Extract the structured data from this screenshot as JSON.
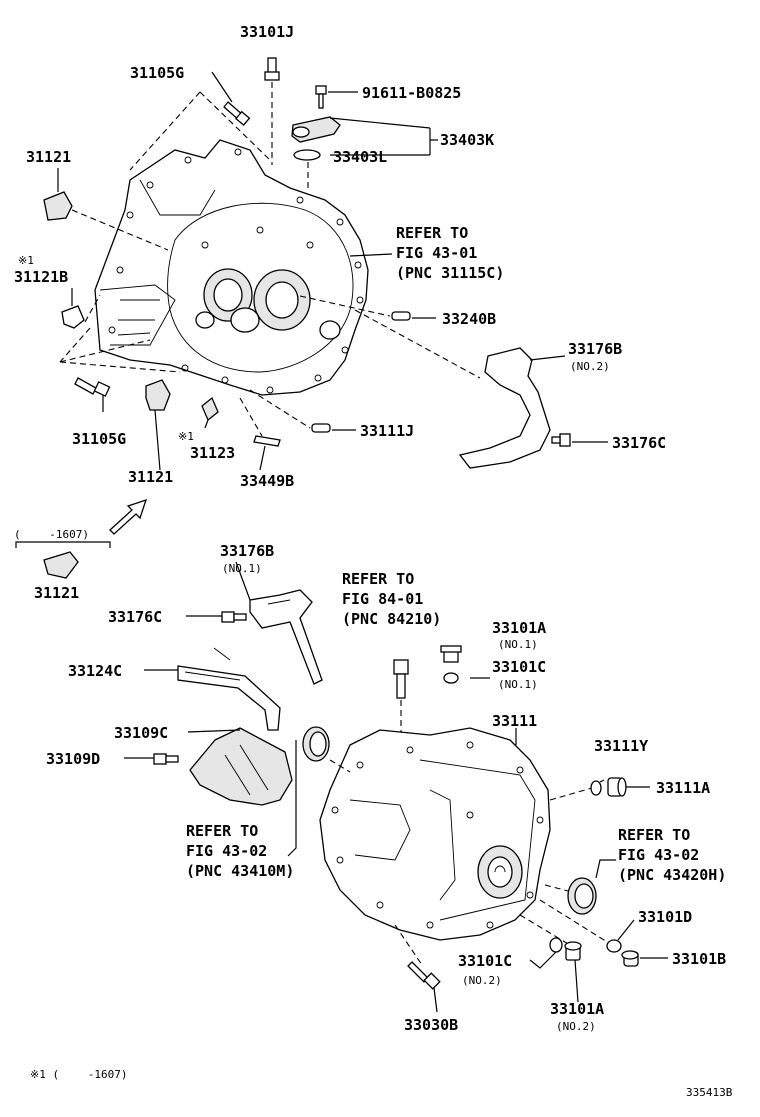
{
  "labels": {
    "p33101J": "33101J",
    "p31105G_top": "31105G",
    "p91611": "91611-B0825",
    "p33403K": "33403K",
    "p33403L": "33403L",
    "p31121_top": "31121",
    "mark1_a": "※1",
    "p31121B": "31121B",
    "refer1": [
      "REFER TO",
      "FIG 43-01",
      "(PNC 31115C)"
    ],
    "p33240B": "33240B",
    "p33176B_top": "33176B",
    "no2_33176B": "(NO.2)",
    "p31105G_bot": "31105G",
    "mark1_b": "※1",
    "p31123": "31123",
    "p33111J": "33111J",
    "p33176C_top": "33176C",
    "p31121_mid": "31121",
    "p33449B": "33449B",
    "range_1607": "(　　 -1607)",
    "p31121_low": "31121",
    "p33176B_mid": "33176B",
    "no1_33176B": "(NO.1)",
    "refer2": [
      "REFER TO",
      "FIG 84-01",
      "(PNC 84210)"
    ],
    "p33176C_mid": "33176C",
    "p33101A_top": "33101A",
    "no1_33101A": "(NO.1)",
    "p33101C_top": "33101C",
    "no1_33101C": "(NO.1)",
    "p33124C": "33124C",
    "p33111": "33111",
    "p33111Y": "33111Y",
    "p33109C": "33109C",
    "p33111A": "33111A",
    "p33109D": "33109D",
    "refer3": [
      "REFER TO",
      "FIG 43-02",
      "(PNC 43410M)"
    ],
    "refer4": [
      "REFER TO",
      "FIG 43-02",
      "(PNC 43420H)"
    ],
    "p33101D": "33101D",
    "p33101C_bot": "33101C",
    "no2_33101C": "(NO.2)",
    "p33101B": "33101B",
    "p33101A_bot": "33101A",
    "no2_33101A": "(NO.2)",
    "p33030B": "33030B",
    "footnote": "※1 (　　 -1607)",
    "figure_id": "335413B"
  }
}
